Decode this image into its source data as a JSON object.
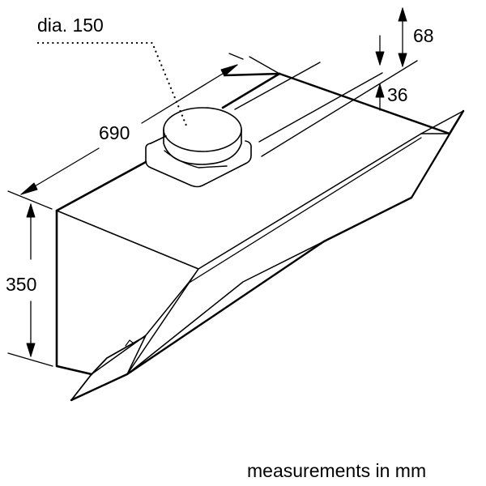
{
  "diagram": {
    "subject": "wall-mounted cooker hood dimension drawing",
    "colors": {
      "line": "#000000",
      "background": "#ffffff"
    },
    "labels": {
      "duct_diameter": "dia. 150",
      "width": "690",
      "height": "350",
      "top_offset": "68",
      "duct_offset": "36"
    },
    "footnote": "measurements in mm"
  }
}
